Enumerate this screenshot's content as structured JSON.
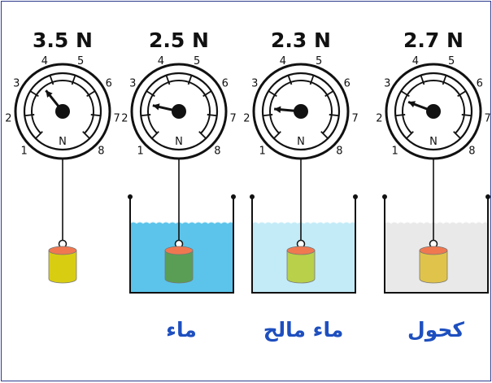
{
  "unit_symbol": "N",
  "scale_numbers": [
    "1",
    "2",
    "3",
    "4",
    "5",
    "6",
    "7",
    "8"
  ],
  "setups": [
    {
      "reading": "3.5 N",
      "pointer_value": 3.5,
      "liquid_label": "",
      "has_container": false,
      "liquid_color": "",
      "weight_color": "#d9cd12"
    },
    {
      "reading": "2.5 N",
      "pointer_value": 2.5,
      "liquid_label": "ماء",
      "has_container": true,
      "liquid_color": "#5cc4ea",
      "weight_color": "#5a9e55"
    },
    {
      "reading": "2.3 N",
      "pointer_value": 2.3,
      "liquid_label": "ماء مالح",
      "has_container": true,
      "liquid_color": "#c3ebf7",
      "weight_color": "#b8d04a"
    },
    {
      "reading": "2.7 N",
      "pointer_value": 2.7,
      "liquid_label": "كحول",
      "has_container": true,
      "liquid_color": "#e9e9e9",
      "weight_color": "#e0c34a"
    }
  ],
  "colors": {
    "label_blue": "#1e4fbf",
    "weight_top": "#f07850",
    "frame": "#2d3b8c"
  }
}
